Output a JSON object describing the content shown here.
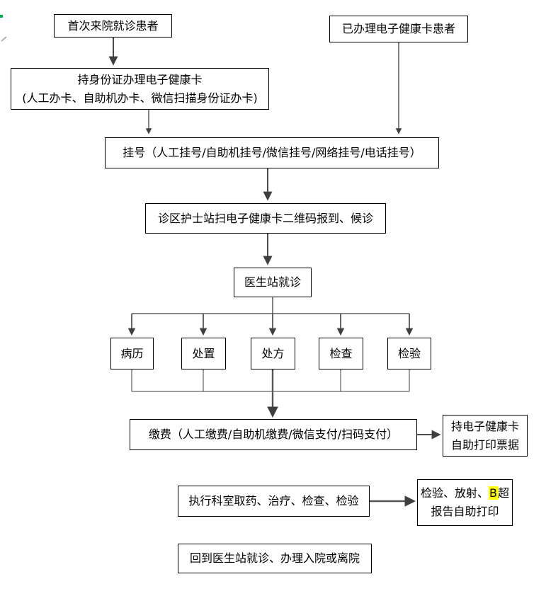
{
  "diagram": {
    "title_implied": "门诊就诊流程图",
    "type": "flowchart"
  },
  "colors": {
    "box_border": "#000000",
    "line": "#404040",
    "highlight": "#ffff00",
    "artifact_green": "#00b050",
    "background": "#ffffff"
  },
  "flow": {
    "first_visit": "首次来院就诊患者",
    "has_card": "已办理电子健康卡患者",
    "get_card_line1": "持身份证办理电子健康卡",
    "get_card_line2": "(人工办卡、自助机办卡、微信扫描身份证办卡)",
    "register": "挂号（人工挂号/自助机挂号/微信挂号/网络挂号/电话挂号）",
    "checkin": "诊区护士站扫电子健康卡二维码报到、候诊",
    "doctor": "医生站就诊",
    "branches": [
      "病历",
      "处置",
      "处方",
      "检查",
      "检验"
    ],
    "pay": "缴费（人工缴费/自助机缴费/微信支付/扫码支付）",
    "print_receipt_line1": "持电子健康卡",
    "print_receipt_line2": "自助打印票据",
    "execute": "执行科室取药、治疗、检查、检验",
    "report_line1_pre": "检验、放射、",
    "report_line1_hl": "B",
    "report_line1_post": "超",
    "report_line2": "报告自助打印",
    "return_station": "回到医生站就诊、办理入院或离院"
  }
}
